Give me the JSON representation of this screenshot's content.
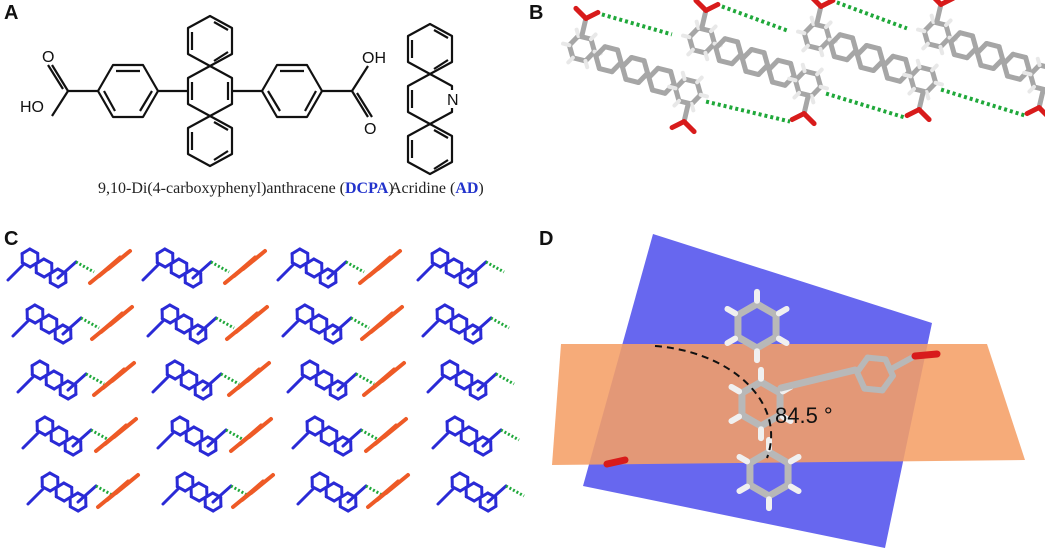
{
  "panels": {
    "a": {
      "label": "A",
      "dcpa_name": "9,10-Di(4-carboxyphenyl)anthracene (",
      "dcpa_abbr": "DCPA",
      "dcpa_close": ")",
      "ad_name": "Acridine (",
      "ad_abbr": "AD",
      "ad_close": ")",
      "atoms": {
        "ho_left": "HO",
        "o_left": "O",
        "oh_right": "OH",
        "o_right": "O",
        "n": "N"
      }
    },
    "b": {
      "label": "B"
    },
    "c": {
      "label": "C"
    },
    "d": {
      "label": "D",
      "angle": "84.5 °"
    }
  },
  "colors": {
    "carbon": "#a6a6a6",
    "hydrogen": "#e8e8e8",
    "oxygen": "#d81b1b",
    "hbond": "#1fa83a",
    "dcpa_blue": "#2a2ad6",
    "ad_orange": "#ee5a26",
    "plane_blue": "#5555ee",
    "plane_orange": "#f7a064",
    "label_blue": "#2233cc"
  }
}
